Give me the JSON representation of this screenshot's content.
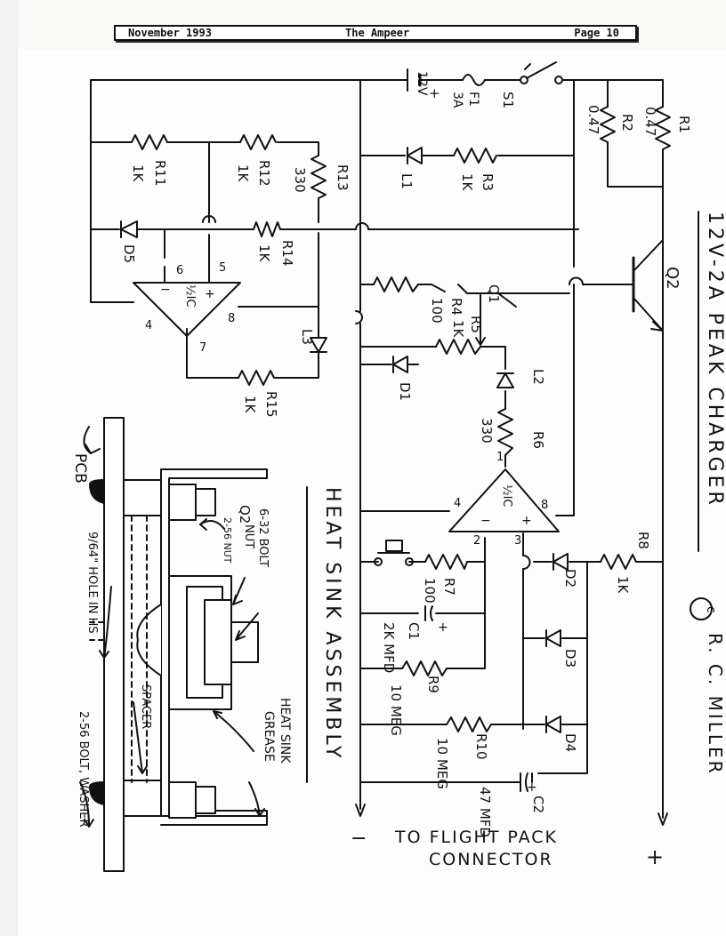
{
  "header": {
    "left": "November 1993",
    "center": "The Ampeer",
    "right": "Page 10"
  },
  "schematic": {
    "title": "12V-2A PEAK CHARGER",
    "credit": "R. C. MILLER",
    "copyright_symbol": "c",
    "battery": {
      "voltage": "12V",
      "plus": "+"
    },
    "fuse": {
      "name": "F1",
      "rating": "3A"
    },
    "switch": {
      "name": "S1"
    },
    "transistors": {
      "q1": "Q1",
      "q2": "Q2"
    },
    "ic_label": "½IC",
    "ic_top_pins": {
      "p4": "4",
      "p6": "6",
      "p5": "5",
      "p8": "8",
      "p7": "7",
      "minus": "−",
      "plus": "+"
    },
    "ic_bottom_pins": {
      "p1": "1",
      "p4": "4",
      "p2": "2",
      "p3": "3",
      "p8": "8",
      "minus": "−",
      "plus": "+"
    },
    "resistors": {
      "r1": {
        "name": "R1",
        "value": "0.47"
      },
      "r2": {
        "name": "R2",
        "value": "0.47"
      },
      "r3": {
        "name": "R3",
        "value": "1K"
      },
      "r4": {
        "name": "R4",
        "value": "100"
      },
      "r5": {
        "name": "R5",
        "value": "1K"
      },
      "r6": {
        "name": "R6",
        "value": "330"
      },
      "r7": {
        "name": "R7",
        "value": "100"
      },
      "r8": {
        "name": "R8",
        "value": "1K"
      },
      "r9": {
        "name": "R9",
        "value": "10 MEG"
      },
      "r10": {
        "name": "R10",
        "value": "10 MEG"
      },
      "r11": {
        "name": "R11",
        "value": "1K"
      },
      "r12": {
        "name": "R12",
        "value": "1K"
      },
      "r13": {
        "name": "R13",
        "value": "330"
      },
      "r14": {
        "name": "R14",
        "value": "1K"
      },
      "r15": {
        "name": "R15",
        "value": "1K"
      }
    },
    "capacitors": {
      "c1": {
        "name": "C1",
        "value": "2K MFD",
        "plus": "+"
      },
      "c2": {
        "name": "C2",
        "value": "47 MFD",
        "plus": "+"
      }
    },
    "diodes": {
      "d1": "D1",
      "d2": "D2",
      "d3": "D3",
      "d4": "D4",
      "d5": "D5"
    },
    "leds": {
      "l1": "L1",
      "l2": "L2",
      "l3": "L3"
    },
    "output": {
      "label_line1": "TO FLIGHT PACK",
      "label_line2": "CONNECTOR",
      "minus": "−",
      "plus": "+"
    }
  },
  "heat_sink": {
    "title": "HEAT SINK ASSEMBLY",
    "bolt": "6-32 BOLT",
    "nut": "NUT",
    "transistor": "Q2",
    "small_nut": "2-56 NUT",
    "pcb": "PCB",
    "hole": "9/64\" HOLE IN HS",
    "spacer": "SPACER",
    "grease": "GREASE",
    "sink": "HEAT SINK",
    "bolt_washer": "2-56 BOLT, WASHER"
  }
}
